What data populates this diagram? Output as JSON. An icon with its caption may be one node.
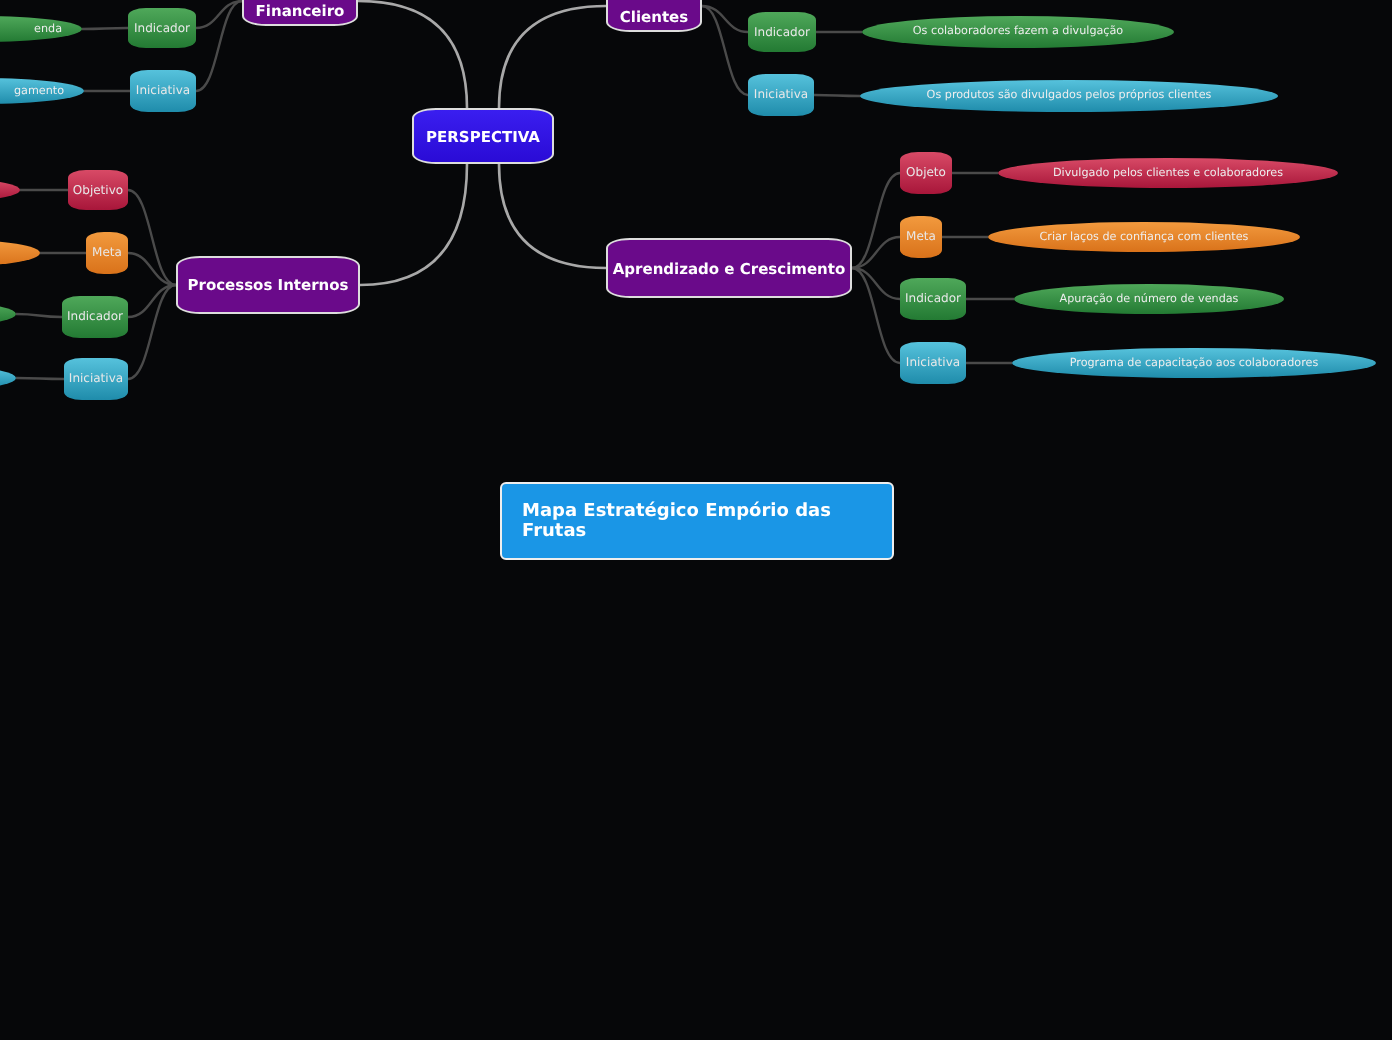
{
  "diagram": {
    "nodes": [
      {
        "text": [
          "PERSPECTIVA"
        ]
      },
      {
        "text": [
          "Financeiro"
        ]
      },
      {
        "text": [
          "Indicador"
        ]
      },
      {
        "text": [
          "Iniciativa"
        ]
      },
      {
        "text": [
          "enda"
        ]
      },
      {
        "text": [
          "gamento"
        ]
      },
      {
        "text": [
          "Clientes"
        ]
      },
      {
        "text": [
          "Indicador"
        ]
      },
      {
        "text": [
          "Iniciativa"
        ]
      },
      {
        "text": [
          "Os colaboradores fazem a divulgação"
        ]
      },
      {
        "text": [
          "Os produtos são divulgados pelos próprios clientes"
        ]
      },
      {
        "text": [
          "Processos Internos"
        ]
      },
      {
        "text": [
          "Objetivo"
        ]
      },
      {
        "text": [
          "Meta"
        ]
      },
      {
        "text": [
          "Indicador"
        ]
      },
      {
        "text": [
          "Iniciativa"
        ]
      },
      {
        "text": [],
        "shape": "ellipse"
      },
      {
        "text": [],
        "shape": "ellipse"
      },
      {
        "text": [],
        "shape": "ellipse"
      },
      {
        "text": [],
        "shape": "ellipse"
      },
      {
        "text": [
          "Aprendizado e Crescimento"
        ]
      },
      {
        "text": [
          "Objeto"
        ]
      },
      {
        "text": [
          "Meta"
        ]
      },
      {
        "text": [
          "Indicador"
        ]
      },
      {
        "text": [
          "Iniciativa"
        ]
      },
      {
        "text": [
          "Divulgado pelos clientes e colaboradores"
        ]
      },
      {
        "text": [
          "Criar laços de confiança com clientes"
        ]
      },
      {
        "text": [
          "Apuração de número de vendas"
        ]
      },
      {
        "text": [
          "Programa de capacitação aos colaboradores"
        ]
      },
      {
        "text": [
          "Mapa Estratégico Empório das Frutas"
        ]
      }
    ],
    "edges": [
      {
        "from": 0,
        "to": 1,
        "arrow": "none",
        "color": "#a8a8a8"
      },
      {
        "from": 0,
        "to": 6,
        "arrow": "none",
        "color": "#a8a8a8"
      },
      {
        "from": 0,
        "to": 11,
        "arrow": "none",
        "color": "#a8a8a8"
      },
      {
        "from": 0,
        "to": 20,
        "arrow": "none",
        "color": "#a8a8a8"
      },
      {
        "from": 1,
        "to": 2,
        "arrow": "none"
      },
      {
        "from": 1,
        "to": 3,
        "arrow": "none"
      },
      {
        "from": 2,
        "to": 4,
        "arrow": "none"
      },
      {
        "from": 3,
        "to": 5,
        "arrow": "none"
      },
      {
        "from": 6,
        "to": 7,
        "arrow": "none"
      },
      {
        "from": 6,
        "to": 8,
        "arrow": "none"
      },
      {
        "from": 7,
        "to": 9,
        "arrow": "none"
      },
      {
        "from": 8,
        "to": 10,
        "arrow": "none"
      },
      {
        "from": 11,
        "to": 12,
        "arrow": "none"
      },
      {
        "from": 11,
        "to": 13,
        "arrow": "none"
      },
      {
        "from": 11,
        "to": 14,
        "arrow": "none"
      },
      {
        "from": 11,
        "to": 15,
        "arrow": "none"
      },
      {
        "from": 12,
        "to": 16,
        "arrow": "none"
      },
      {
        "from": 13,
        "to": 17,
        "arrow": "none"
      },
      {
        "from": 14,
        "to": 18,
        "arrow": "none"
      },
      {
        "from": 15,
        "to": 19,
        "arrow": "none"
      },
      {
        "from": 20,
        "to": 21,
        "arrow": "none"
      },
      {
        "from": 20,
        "to": 22,
        "arrow": "none"
      },
      {
        "from": 20,
        "to": 23,
        "arrow": "none"
      },
      {
        "from": 20,
        "to": 24,
        "arrow": "none"
      },
      {
        "from": 21,
        "to": 25,
        "arrow": "none"
      },
      {
        "from": 22,
        "to": 26,
        "arrow": "none"
      },
      {
        "from": 23,
        "to": 27,
        "arrow": "none"
      },
      {
        "from": 24,
        "to": 28,
        "arrow": "none"
      }
    ]
  }
}
